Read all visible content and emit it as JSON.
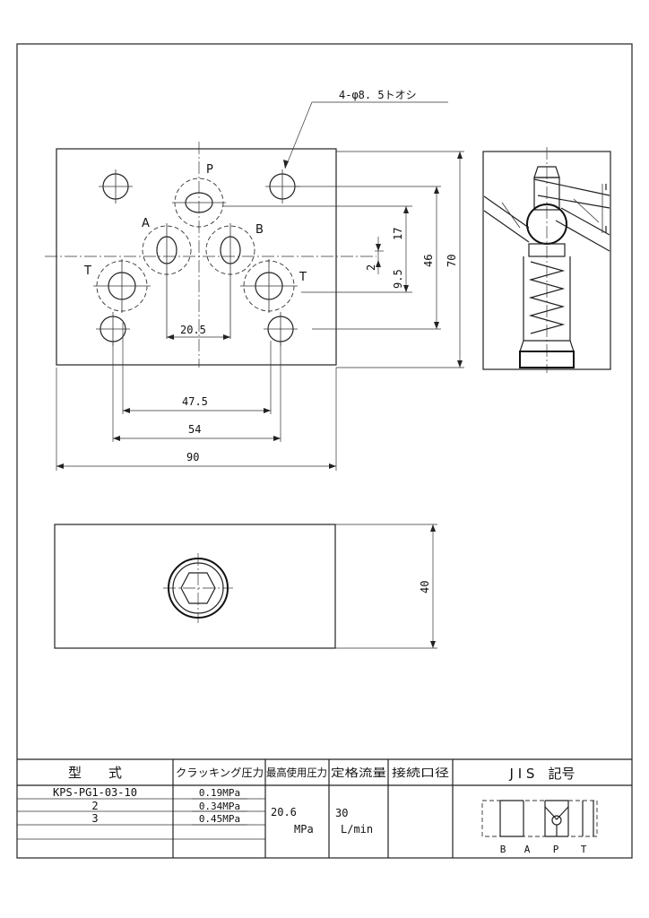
{
  "dimensions": {
    "hole_note": "4-φ8. 5トオシ",
    "d_20_5": "20.5",
    "d_47_5": "47.5",
    "d_54": "54",
    "d_90": "90",
    "d_17": "17",
    "d_2": "2",
    "d_9_5": "9.5",
    "d_46": "46",
    "d_70": "70",
    "d_40": "40"
  },
  "ports": {
    "P": "P",
    "A": "A",
    "B": "B",
    "T_left": "T",
    "T_right": "T"
  },
  "table": {
    "headers": {
      "model": "型　　式",
      "cracking": "クラッキング圧力",
      "max_pressure": "最高使用圧力",
      "rated_flow": "定格流量",
      "port_size": "接続口径",
      "jis": "J I S　記号"
    },
    "rows": [
      {
        "model": "KPS-PG1-03-10",
        "cracking": "0.19MPa"
      },
      {
        "model": "2",
        "cracking": "0.34MPa"
      },
      {
        "model": "3",
        "cracking": "0.45MPa"
      }
    ],
    "max_pressure_value": "20.6",
    "max_pressure_unit": "MPa",
    "rated_flow_value": "30",
    "rated_flow_unit": "L/min",
    "jis_ports": [
      "B",
      "A",
      "P",
      "T"
    ]
  }
}
